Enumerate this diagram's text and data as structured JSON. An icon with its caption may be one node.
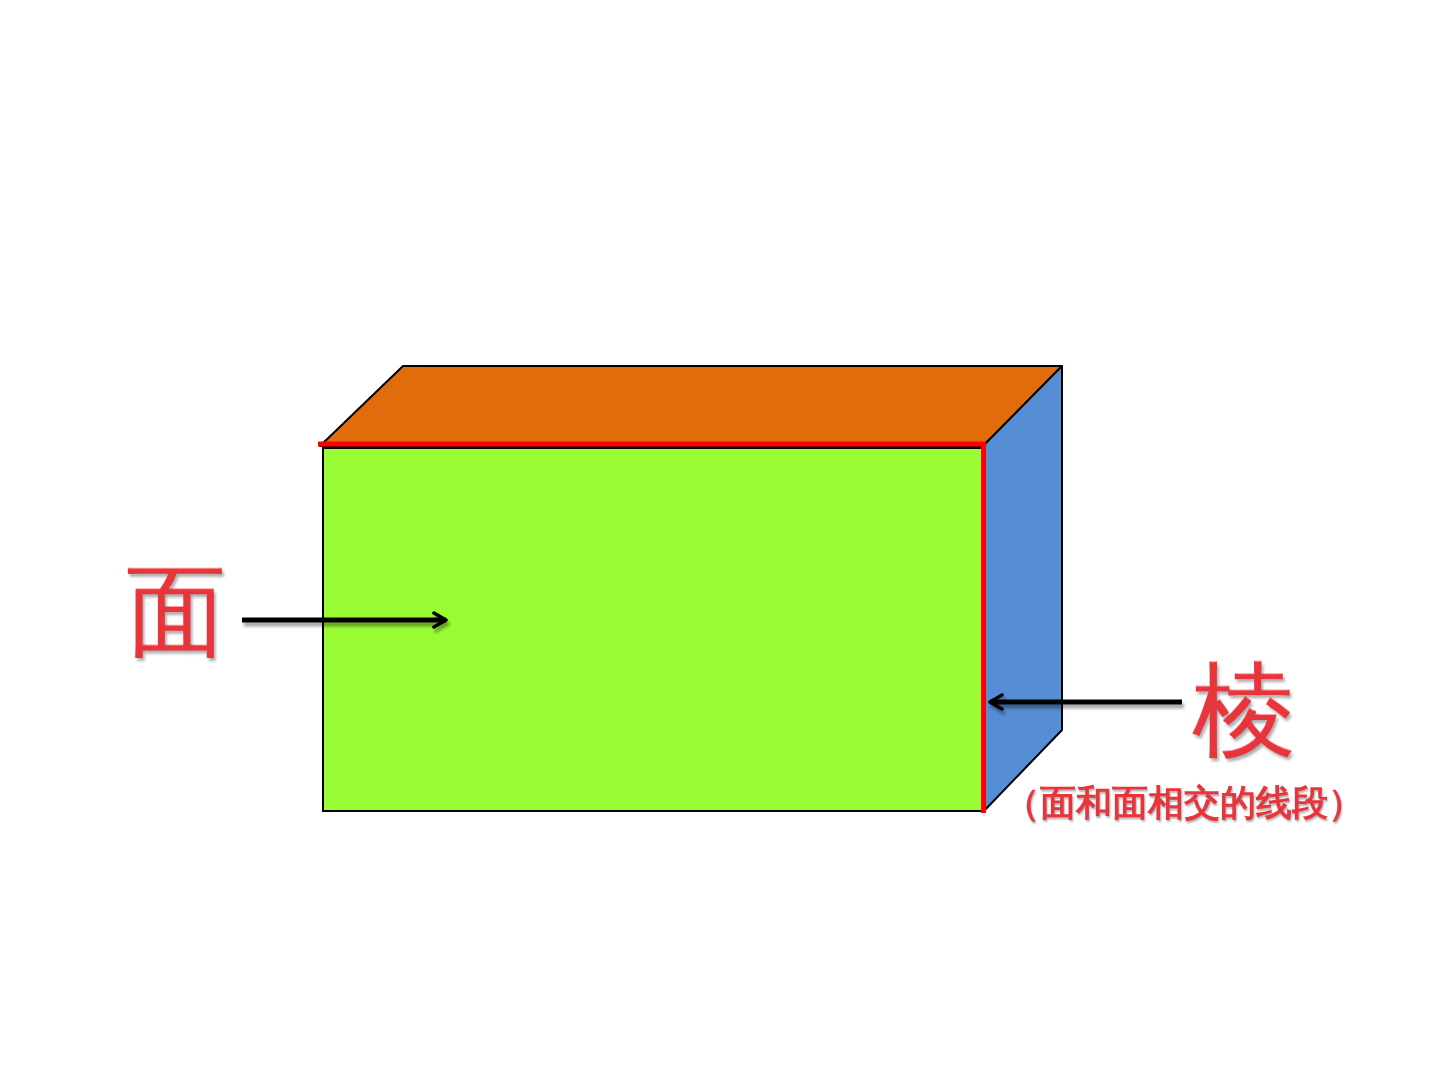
{
  "diagram": {
    "nodes": [
      {
        "text": [
          "面"
        ]
      },
      {
        "text": [],
        "shape": "box"
      },
      {
        "text": [
          "棱"
        ],
        "beside": [
          "（面和面相交的线段）"
        ]
      },
      {
        "text": [],
        "shape": "line"
      }
    ],
    "edges": [
      {
        "from": 0,
        "to": 1,
        "arrow": "to"
      },
      {
        "from": 2,
        "to": 3,
        "arrow": "to"
      }
    ]
  }
}
